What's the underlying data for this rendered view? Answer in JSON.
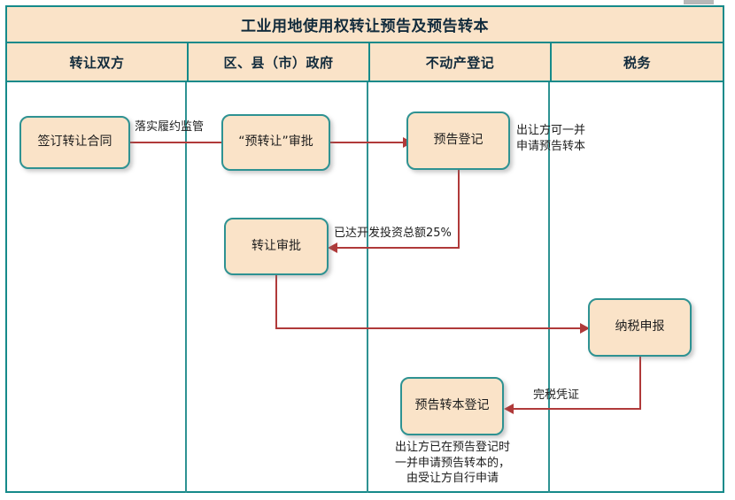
{
  "title": "工业用地使用权转让预告及预告转本",
  "lanes": [
    {
      "name": "lane-transfer-parties",
      "label": "转让双方"
    },
    {
      "name": "lane-district-government",
      "label": "区、县（市）政府"
    },
    {
      "name": "lane-real-estate-registration",
      "label": "不动产登记"
    },
    {
      "name": "lane-tax",
      "label": "税务"
    }
  ],
  "nodes": [
    {
      "id": "sign-contract",
      "label": "签订转让合同"
    },
    {
      "id": "pre-transfer-approval",
      "label": "“预转让”审批"
    },
    {
      "id": "advance-registration",
      "label": "预告登记"
    },
    {
      "id": "transfer-approval",
      "label": "转让审批"
    },
    {
      "id": "tax-declaration",
      "label": "纳税申报"
    },
    {
      "id": "advance-conversion-registration",
      "label": "预告转本登记"
    }
  ],
  "edge_labels": {
    "contract_to_approval": "落实履约监管",
    "registration_to_transfer_approval": "已达开发投资总额25%",
    "tax_to_conversion": "完税凭证"
  },
  "annotations": {
    "advance_registration_note": "出让方可一并\n申请预告转本",
    "advance_registration_note_line1": "出让方可一并",
    "advance_registration_note_line2": "申请预告转本",
    "conversion_note_line1": "出让方已在预告登记时",
    "conversion_note_line2": "一并申请预告转本的，",
    "conversion_note_line3": "由受让方自行申请"
  },
  "colors": {
    "frame_border": "#158a8a",
    "lane_divider": "#2e9292",
    "header_fill": "#fae3c8",
    "node_fill": "#fae3c8",
    "node_border": "#2e9292",
    "connector": "#b03a3a",
    "text": "#1d1d1d",
    "title_text": "#122b3c"
  }
}
